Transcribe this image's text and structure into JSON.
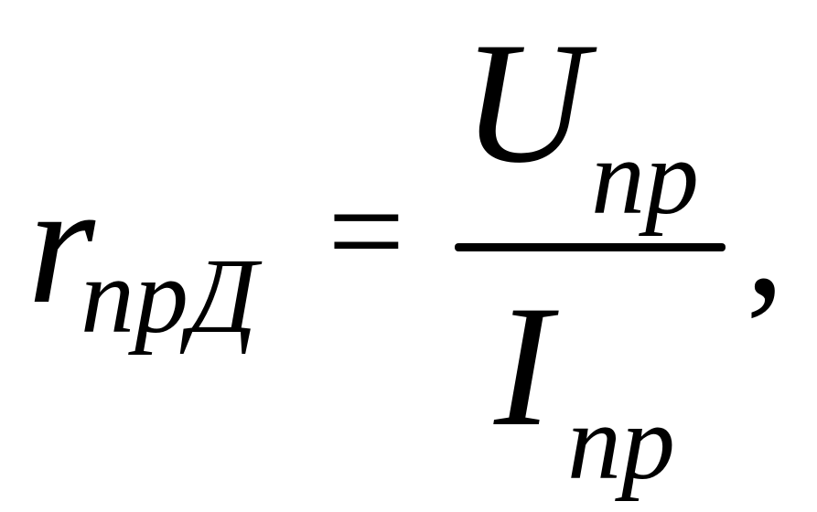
{
  "formula": {
    "lhs": {
      "symbol": "r",
      "subscript": "прД"
    },
    "operator": "=",
    "numerator": {
      "symbol": "U",
      "subscript": "пр"
    },
    "denominator": {
      "symbol": "I",
      "subscript": "пр"
    },
    "trailing": ","
  },
  "colors": {
    "ink": "#000000",
    "background": "#ffffff"
  }
}
